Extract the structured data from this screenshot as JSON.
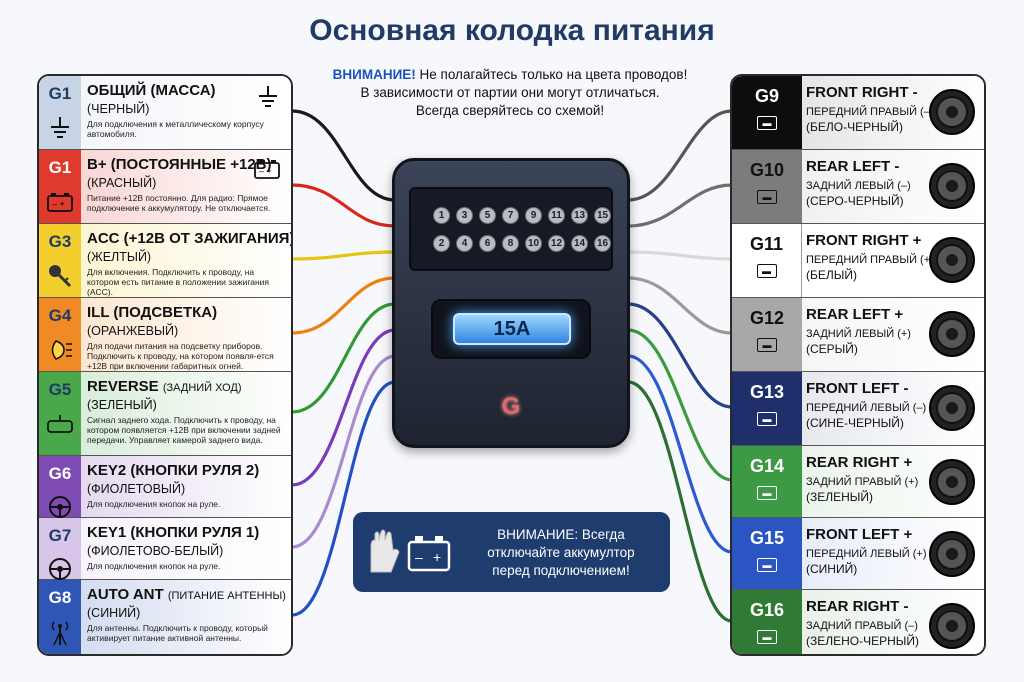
{
  "title": "Основная колодка питания",
  "warning_top": {
    "prefix": "ВНИМАНИЕ!",
    "line1": " Не полагайтесь только на цвета проводов!",
    "line2": "В зависимости от партии они могут отличаться.",
    "line3": "Всегда сверяйтесь со схемой!"
  },
  "connector": {
    "fuse": "15A",
    "letter": "G",
    "pins_top": [
      "1",
      "3",
      "5",
      "7",
      "9",
      "11",
      "13",
      "15"
    ],
    "pins_bottom": [
      "2",
      "4",
      "6",
      "8",
      "10",
      "12",
      "14",
      "16"
    ]
  },
  "bottom_warning": {
    "line1": "ВНИМАНИЕ: Всегда",
    "line2": "отключайте аккумултор",
    "line3": "перед подключением!"
  },
  "left_pins": [
    {
      "code": "G1",
      "title": "ОБЩИЙ (МАССА)",
      "title_small": "",
      "color": "(ЧЕРНЫЙ)",
      "desc": "Для подключения к металлическому корпусу автомобиля.",
      "icon": "ground-icon",
      "bg": "#c9d3e6",
      "wire": "#1a1a1a"
    },
    {
      "code": "G1",
      "title": "B+ (ПОСТОЯННЫЕ +12В)",
      "title_small": "",
      "color": "(КРАСНЫЙ)",
      "desc": "Питание +12В постоянно. Для радио: Прямое подключение к аккумулятору. Не отключается.",
      "icon": "battery-icon",
      "bg": "#e03a2e",
      "wire": "#d8271c"
    },
    {
      "code": "G3",
      "title": "ACC (+12В ОТ ЗАЖИГАНИЯ)",
      "title_small": "",
      "color": "(ЖЕЛТЫЙ)",
      "desc": "Для включения. Подключить к проводу, на котором есть питание в положении зажигания (ACC).",
      "icon": "key-icon",
      "bg": "#f2cf2c",
      "wire": "#e7c312"
    },
    {
      "code": "G4",
      "title": "ILL (ПОДСВЕТКА)",
      "title_small": "",
      "color": "(ОРАНЖЕВЫЙ)",
      "desc": "Для подачи питания на подсветку приборов. Подключить к проводу, на котором появля-ется +12В при включении габаритных огней.",
      "icon": "headlight-icon",
      "bg": "#f08a24",
      "wire": "#ee8012"
    },
    {
      "code": "G5",
      "title": "REVERSE",
      "title_small": "(ЗАДНИЙ ХОД)",
      "color": "(ЗЕЛЕНЫЙ)",
      "desc": "Сигнал заднего хода. Подключить к проводу, на котором появляется +12В при включении задней передачи. Управляет камерой заднего вида.",
      "icon": "mirror-icon",
      "bg": "#49a84a",
      "wire": "#2f9a33"
    },
    {
      "code": "G6",
      "title": "KEY2 (КНОПКИ РУЛЯ 2)",
      "title_small": "",
      "color": "(ФИОЛЕТОВЫЙ)",
      "desc": "Для подключения кнопок на руле.",
      "icon": "steering-wheel-icon",
      "bg": "#7e4bb3",
      "wire": "#7a3bb8"
    },
    {
      "code": "G7",
      "title": "KEY1 (КНОПКИ РУЛЯ 1)",
      "title_small": "",
      "color": "(ФИОЛЕТОВО-БЕЛЫЙ)",
      "desc": "Для подключения кнопок на руле.",
      "icon": "steering-wheel-icon",
      "bg": "#d7c5ea",
      "wire": "#a98bd0"
    },
    {
      "code": "G8",
      "title": "AUTO ANT",
      "title_small": "(ПИТАНИЕ АНТЕННЫ)",
      "color": "(СИНИЙ)",
      "desc": "Для антенны. Подключить к проводу, который активирует питание активной антенны.",
      "icon": "antenna-icon",
      "bg": "#2f55b5",
      "wire": "#2350c4"
    }
  ],
  "right_pins": [
    {
      "code": "G9",
      "title": "FRONT RIGHT -",
      "sub": "ПЕРЕДНИЙ ПРАВЫЙ (–)",
      "color": "(БЕЛО-ЧЕРНЫЙ)",
      "bg": "#0d0d0d",
      "fg": "#ffffff",
      "wire": "#555555"
    },
    {
      "code": "G10",
      "title": "REAR LEFT -",
      "sub": "ЗАДНИЙ ЛЕВЫЙ (–)",
      "color": "(СЕРО-ЧЕРНЫЙ)",
      "bg": "#7c7c7c",
      "fg": "#111111",
      "wire": "#6e6e6e"
    },
    {
      "code": "G11",
      "title": "FRONT RIGHT +",
      "sub": "ПЕРЕДНИЙ ПРАВЫЙ (+)",
      "color": "(БЕЛЫЙ)",
      "bg": "#ffffff",
      "fg": "#111111",
      "wire": "#d9d9d9"
    },
    {
      "code": "G12",
      "title": "REAR LEFT +",
      "sub": "ЗАДНИЙ ЛЕВЫЙ (+)",
      "color": "(СЕРЫЙ)",
      "bg": "#a8a8a8",
      "fg": "#111111",
      "wire": "#9a9a9a"
    },
    {
      "code": "G13",
      "title": "FRONT LEFT -",
      "sub": "ПЕРЕДНИЙ ЛЕВЫЙ (–)",
      "color": "(СИНЕ-ЧЕРНЫЙ)",
      "bg": "#1f2f6b",
      "fg": "#ffffff",
      "wire": "#28408a"
    },
    {
      "code": "G14",
      "title": "REAR RIGHT +",
      "sub": "ЗАДНИЙ ПРАВЫЙ (+)",
      "color": "(ЗЕЛЕНЫЙ)",
      "bg": "#3d9a44",
      "fg": "#ffffff",
      "wire": "#3a9c3e"
    },
    {
      "code": "G15",
      "title": "FRONT LEFT +",
      "sub": "ПЕРЕДНИЙ ЛЕВЫЙ (+)",
      "color": "(СИНИЙ)",
      "bg": "#2a55c2",
      "fg": "#ffffff",
      "wire": "#2c5ad0"
    },
    {
      "code": "G16",
      "title": "REAR RIGHT -",
      "sub": "ЗАДНИЙ ПРАВЫЙ (–)",
      "color": "(ЗЕЛЕНО-ЧЕРНЫЙ)",
      "bg": "#2f7a35",
      "fg": "#ffffff",
      "wire": "#2e6e33"
    }
  ]
}
